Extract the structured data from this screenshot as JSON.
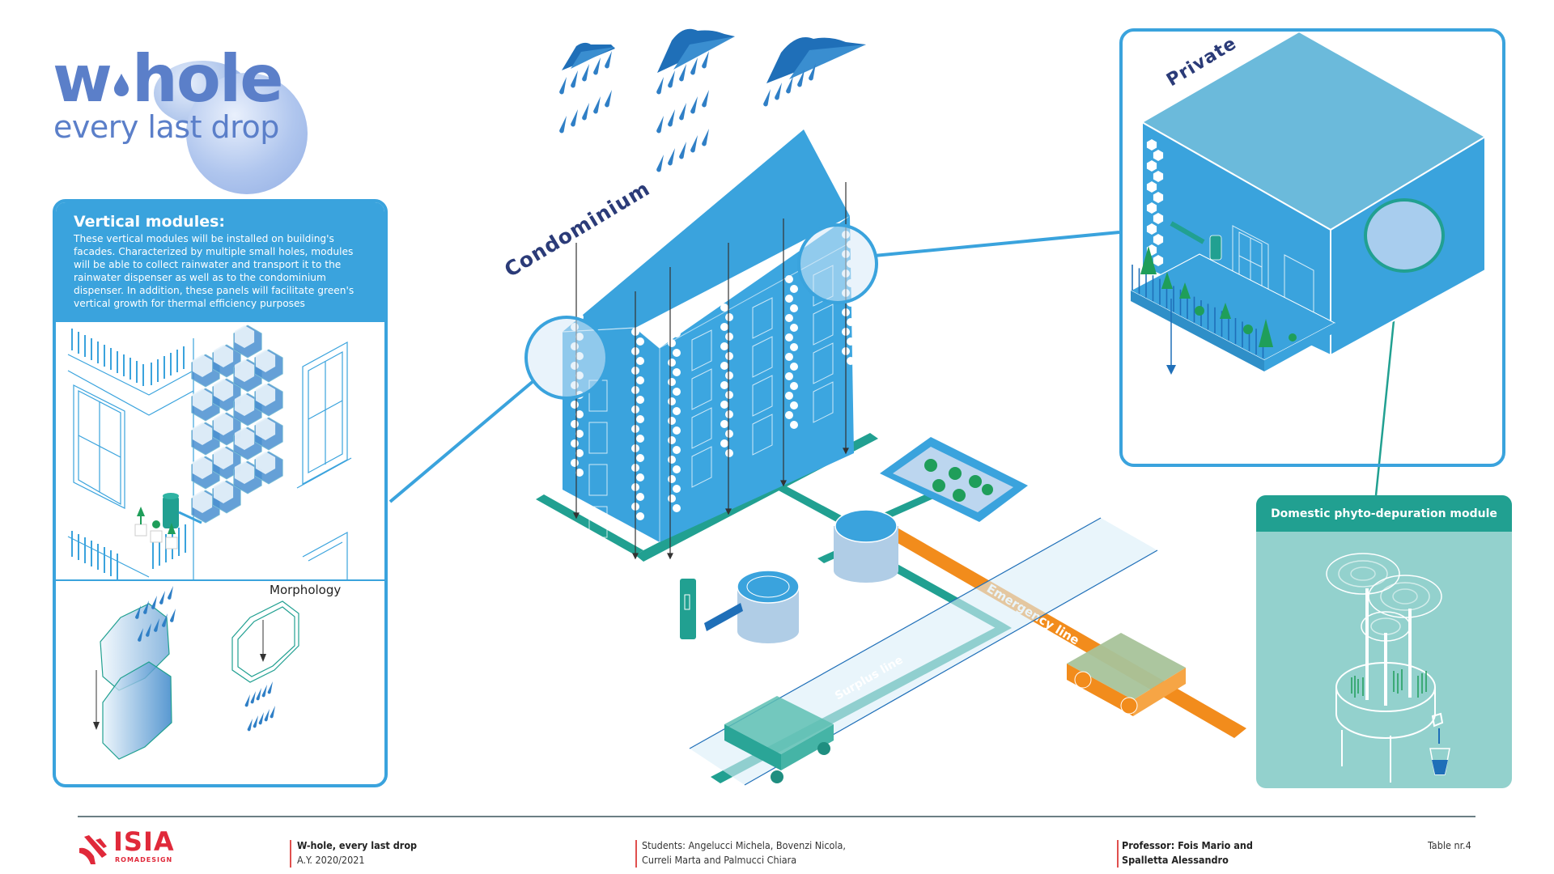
{
  "logo": {
    "wordmark": "w●hole",
    "wordmark_text": "whole",
    "tagline": "every last drop"
  },
  "vertical_modules": {
    "title": "Vertical modules:",
    "description": "These vertical modules will be installed on building's facades. Characterized by multiple small holes, modules will be able to collect rainwater and transport it to the rainwater dispenser as well as to the condominium dispenser. In addition, these panels will facilitate green's vertical growth for thermal efficiency purposes",
    "morphology_label": "Morphology"
  },
  "main_diagram": {
    "condominium_label": "Condominium",
    "emergency_line_label": "Emergency line",
    "surplus_line_label": "Surplus line"
  },
  "private_box": {
    "label": "Private"
  },
  "phyto_module": {
    "title": "Domestic phyto-depuration module"
  },
  "colors": {
    "primary_blue": "#3aa3dd",
    "teal": "#21a091",
    "orange": "#f28c1c",
    "logo_blue": "#5b7fc9",
    "isia_red": "#e0293a"
  },
  "footer": {
    "school_name": "ISIA",
    "school_sub": "ROMADESIGN",
    "project_title": "W-hole, every last drop",
    "academic_year": "A.Y. 2020/2021",
    "students_line1": "Students: Angelucci Michela, Bovenzi Nicola,",
    "students_line2": "Curreli Marta and Palmucci Chiara",
    "professor_line1": "Professor: Fois Mario and",
    "professor_line2": "Spalletta Alessandro",
    "table_number": "Table nr.4"
  }
}
